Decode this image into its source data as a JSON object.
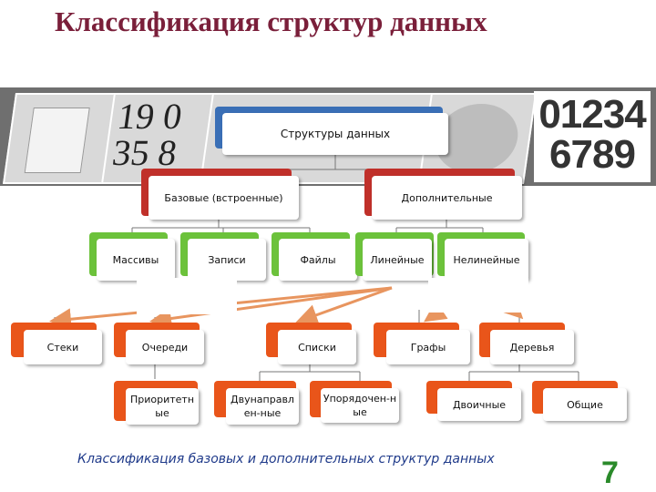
{
  "title": "Классификация структур данных",
  "root": "Структуры данных",
  "level1": {
    "basic": "Базовые (встроенные)",
    "additional": "Дополнительные"
  },
  "basic_children": [
    "Массивы",
    "Записи",
    "Файлы"
  ],
  "additional_children": [
    "Линейные",
    "Нелинейные"
  ],
  "level3": [
    "Стеки",
    "Очереди",
    "Списки",
    "Графы",
    "Деревья"
  ],
  "level4": {
    "queues": "Приоритетные",
    "lists": [
      "Двунаправлен-ные",
      "Упорядочен-ные"
    ],
    "trees": [
      "Двоичные",
      "Общие"
    ]
  },
  "digits_image": "01234 6789",
  "caption": "Классификация базовых и дополнительных структур данных",
  "page_number": "7",
  "colors": {
    "title": "#7a1f3a",
    "root_accent": "#3a6fb6",
    "level1_accent": "#c0302a",
    "level2_accent": "#6cc23b",
    "level3_accent": "#e9551a",
    "arrows": "#e8955f",
    "caption": "#1f3a8a",
    "page_number": "#2a8a2a"
  }
}
